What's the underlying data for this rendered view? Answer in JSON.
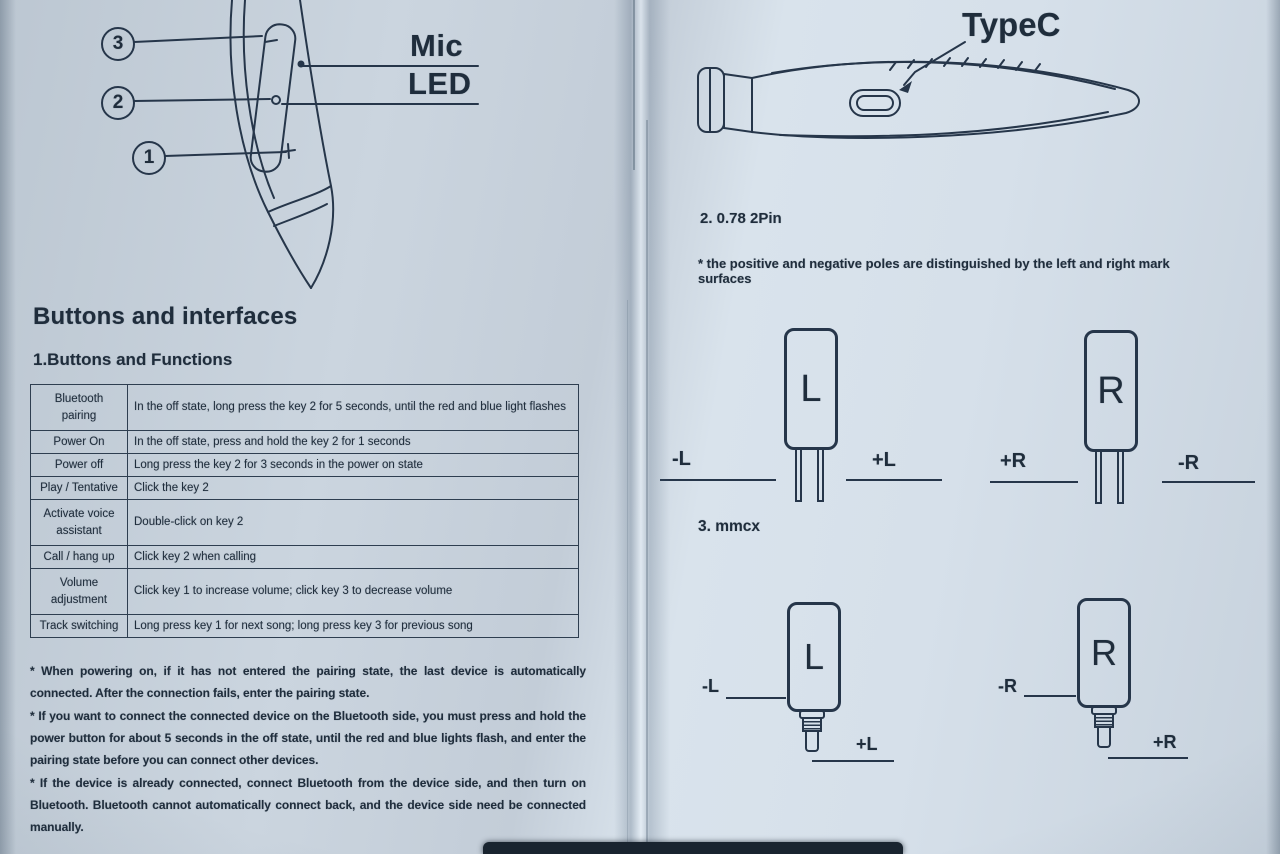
{
  "palette": {
    "ink": "#26364a",
    "text": "#1f2d3c",
    "paper_left": "#c7d1dc",
    "paper_right": "#d6e0ea",
    "table_edge_dark": "#19242f"
  },
  "left_page": {
    "callouts": {
      "n3": "3",
      "n2": "2",
      "n1": "1",
      "mic": "Mic",
      "led": "LED"
    },
    "heading": "Buttons and interfaces",
    "subheading": "1.Buttons and Functions",
    "table_rows": [
      {
        "k": "Bluetooth pairing",
        "v": "In the off state, long press the key 2 for 5 seconds, until the red and blue light flashes"
      },
      {
        "k": "Power On",
        "v": "In the off state, press and hold the key 2 for 1 seconds"
      },
      {
        "k": "Power off",
        "v": "Long press the key 2 for 3 seconds in the power on state"
      },
      {
        "k": "Play / Tentative",
        "v": "Click the key 2"
      },
      {
        "k": "Activate voice assistant",
        "v": "Double-click on key 2"
      },
      {
        "k": "Call / hang up",
        "v": "Click key 2 when calling"
      },
      {
        "k": "Volume adjustment",
        "v": "Click key 1 to increase volume; click key 3 to decrease volume"
      },
      {
        "k": "Track switching",
        "v": "Long press key 1 for next song; long press key 3 for previous song"
      }
    ],
    "notes": [
      "* When powering on, if it has not entered the pairing state, the last device is automatically connected. After the connection fails, enter the pairing state.",
      "* If you want to connect the connected device on the Bluetooth side, you must press and hold the power button for about 5 seconds in the off state, until the red and blue lights flash, and enter the pairing state before you can connect other devices.",
      "* If the device is already connected, connect Bluetooth from the device side, and then turn on Bluetooth. Bluetooth cannot automatically connect back, and the device side need be connected manually."
    ]
  },
  "right_page": {
    "typec": "TypeC",
    "section_2pin": "2. 0.78 2Pin",
    "note_2pin": "* the positive and negative poles are distinguished by the left and right mark surfaces",
    "section_mmcx": "3. mmcx",
    "pin_connectors": [
      {
        "letter": "L",
        "left_label": "-L",
        "right_label": "+L"
      },
      {
        "letter": "R",
        "left_label": "+R",
        "right_label": "-R"
      }
    ],
    "mmcx_connectors": [
      {
        "letter": "L",
        "left_label": "-L",
        "right_label": "+L"
      },
      {
        "letter": "R",
        "left_label": "-R",
        "right_label": "+R"
      }
    ]
  }
}
